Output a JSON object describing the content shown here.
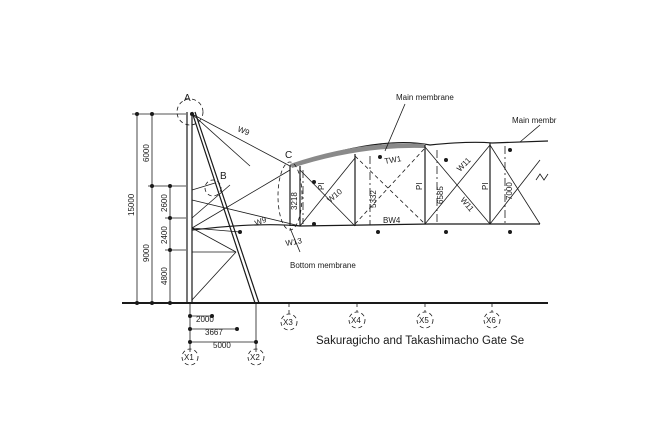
{
  "labels": {
    "callout_a": "A",
    "callout_b": "B",
    "callout_c": "C",
    "main_membrane_1": "Main membrane",
    "main_membrane_2": "Main membr",
    "bottom_membrane": "Bottom membrane",
    "w9_top": "W9",
    "w9_low": "W9",
    "w10": "W10",
    "w11_top": "W11",
    "w11_low": "W11",
    "w13": "W13",
    "tw1": "TW1",
    "bw4": "BW4",
    "pi_1": "PI",
    "pi_2": "PI",
    "pi_3": "PI"
  },
  "dimensions": {
    "left_15000": "15000",
    "left_6000": "6000",
    "left_2600": "2600",
    "left_2400": "2400",
    "left_9000": "9000",
    "left_4800": "4800",
    "bottom_2000": "2000",
    "bottom_3667": "3667",
    "bottom_5000": "5000",
    "v_3218": "3218",
    "v_5332": "5332",
    "v_6585": "6585",
    "v_7000": "7000"
  },
  "grid": {
    "x1": "X1",
    "x2": "X2",
    "x3": "X3",
    "x4": "X4",
    "x5": "X5",
    "x6": "X6"
  },
  "title": "Sakuragicho and Takashimacho Gate Se"
}
